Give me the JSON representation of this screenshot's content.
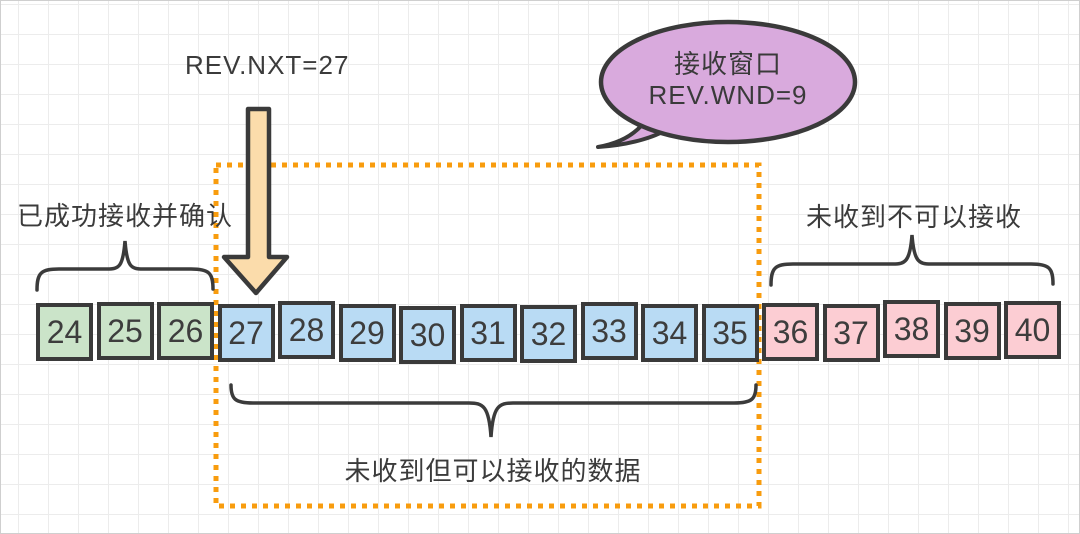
{
  "labels": {
    "rev_nxt": "REV.NXT=27",
    "acked": "已成功接收并确认",
    "window_note": "未收到但可以接收的数据",
    "unavailable": "未收到不可以接收"
  },
  "bubble": {
    "line1": "接收窗口",
    "line2": "REV.WND=9"
  },
  "sequence": {
    "cells": [
      {
        "num": "24",
        "state": "acked"
      },
      {
        "num": "25",
        "state": "acked"
      },
      {
        "num": "26",
        "state": "acked"
      },
      {
        "num": "27",
        "state": "window"
      },
      {
        "num": "28",
        "state": "window"
      },
      {
        "num": "29",
        "state": "window"
      },
      {
        "num": "30",
        "state": "window"
      },
      {
        "num": "31",
        "state": "window"
      },
      {
        "num": "32",
        "state": "window"
      },
      {
        "num": "33",
        "state": "window"
      },
      {
        "num": "34",
        "state": "window"
      },
      {
        "num": "35",
        "state": "window"
      },
      {
        "num": "36",
        "state": "not_receivable"
      },
      {
        "num": "37",
        "state": "not_receivable"
      },
      {
        "num": "38",
        "state": "not_receivable"
      },
      {
        "num": "39",
        "state": "not_receivable"
      },
      {
        "num": "40",
        "state": "not_receivable"
      }
    ]
  },
  "colors": {
    "acked_fill": "#cbe4c9",
    "window_fill": "#b9dbf4",
    "not_receivable_fill": "#fccdd3",
    "outline": "#3a3a3a",
    "dotted": "#f89c0e",
    "bubble_fill": "#d9aadd",
    "arrow_fill": "#fbdcab"
  }
}
